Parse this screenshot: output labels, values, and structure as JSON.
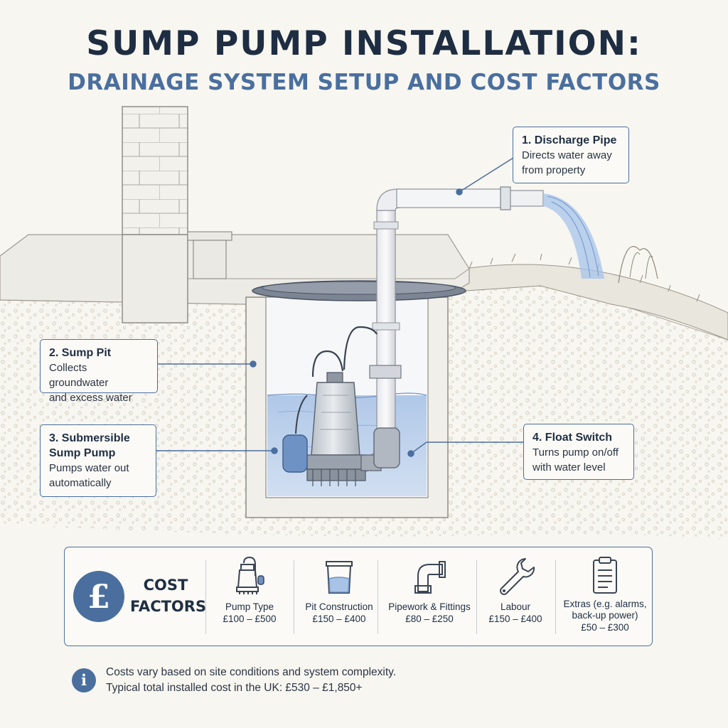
{
  "title": "SUMP PUMP INSTALLATION:",
  "subtitle": "DRAINAGE SYSTEM SETUP AND COST FACTORS",
  "callouts": [
    {
      "title": "1.  Discharge Pipe",
      "text": [
        "Directs water away",
        "from property"
      ]
    },
    {
      "title": "2. Sump Pit",
      "text": [
        "Collects groundwater",
        "and excess water"
      ]
    },
    {
      "title": [
        "3. Submersible",
        "Sump Pump"
      ],
      "text": [
        "Pumps water out",
        "automatically"
      ]
    },
    {
      "title": "4.  Float Switch",
      "text": [
        "Turns pump on/off",
        "with water level"
      ]
    }
  ],
  "cost": {
    "symbol": "£",
    "title": [
      "COST",
      "FACTORS"
    ],
    "items": [
      {
        "name": "Pump Type",
        "price": "£100 – £500",
        "icon": "pump-icon"
      },
      {
        "name": "Pit Construction",
        "price": "£150 – £400",
        "icon": "pit-container-icon"
      },
      {
        "name": "Pipework & Fittings",
        "price": "£80 – £250",
        "icon": "pipe-elbow-icon"
      },
      {
        "name": "Labour",
        "price": "£150 – £400",
        "icon": "wrench-icon"
      },
      {
        "name": [
          "Extras (e.g. alarms,",
          "back-up power)"
        ],
        "price": "£50 – £300",
        "icon": "clipboard-icon"
      }
    ]
  },
  "note": {
    "icon": "info-icon",
    "symbol": "i",
    "lines": [
      "Costs vary based on site conditions and system complexity.",
      "Typical total installed cost in the UK: £530 – £1,850+"
    ]
  },
  "colors": {
    "accent": "#4a6f9f",
    "dark": "#1e2d42",
    "water": "#8fb0dc",
    "background": "#f8f6f0"
  }
}
